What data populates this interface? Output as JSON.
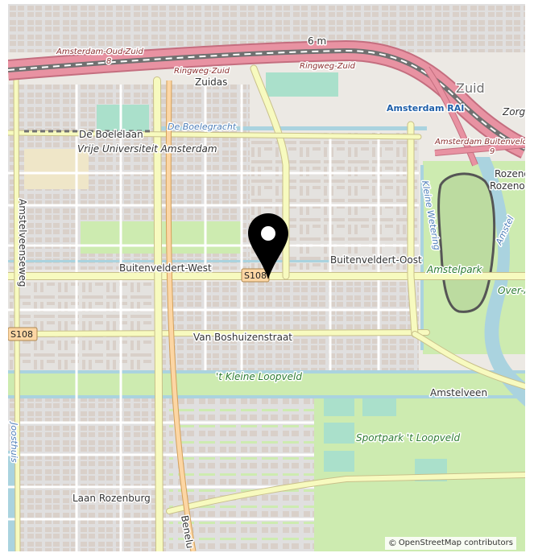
{
  "map": {
    "labels": {
      "motorway_north": "Amsterdam-Oud Zuid",
      "motorway_number": "8",
      "ring_top": "6 m",
      "ringweg_west": "Ringweg-Zuid",
      "ringweg_east": "Ringweg-Zuid",
      "zuidas": "Zuidas",
      "zuid": "Zuid",
      "zorg": "Zorg",
      "rai": "Amsterdam RAI",
      "boelelaan": "De Boelelaan",
      "boelegracht": "De Boelegracht",
      "vu": "Vrije Universiteit Amsterdam",
      "amstelveenseweg": "Amstelveenseweg",
      "buitenveldert_west": "Buitenveldert-West",
      "buitenveldert_oost": "Buitenveldert-Oost",
      "s108_center": "S108",
      "s108_west": "S108",
      "boshuizen": "Van Boshuizenstraat",
      "kleine_loopveld": "'t Kleine Loopveld",
      "amsterdam_buitenveldert": "Amsterdam Buitenveldert",
      "buitenveldert_number": "9",
      "rozenoord_1": "Rozeno",
      "rozenoord_2": "Rozenoord",
      "kleine_wetering": "Kleine Wetering",
      "amstelpark": "Amstelpark",
      "amstel": "Amstel",
      "over_amstel": "Over-A",
      "amstelveen": "Amstelveen",
      "sportpark": "Sportpark 't Loopveld",
      "laan_rozenburg": "Laan Rozenburg",
      "beneluxbaan": "Benelu",
      "jooshuis": "Joosthuis"
    },
    "marker": {
      "name": "location-pin",
      "color": "#000000"
    },
    "colors": {
      "motorway": "#e892a2",
      "primary": "#fcd6a4",
      "secondary": "#f7fabf",
      "water": "#aad3df",
      "park": "#cdebb0",
      "pitch": "#aae0cb",
      "building": "#d9d0c9",
      "residential": "#e0dfdf",
      "rail": "#707070"
    }
  },
  "attribution": {
    "symbol": "©",
    "text": "OpenStreetMap contributors"
  }
}
